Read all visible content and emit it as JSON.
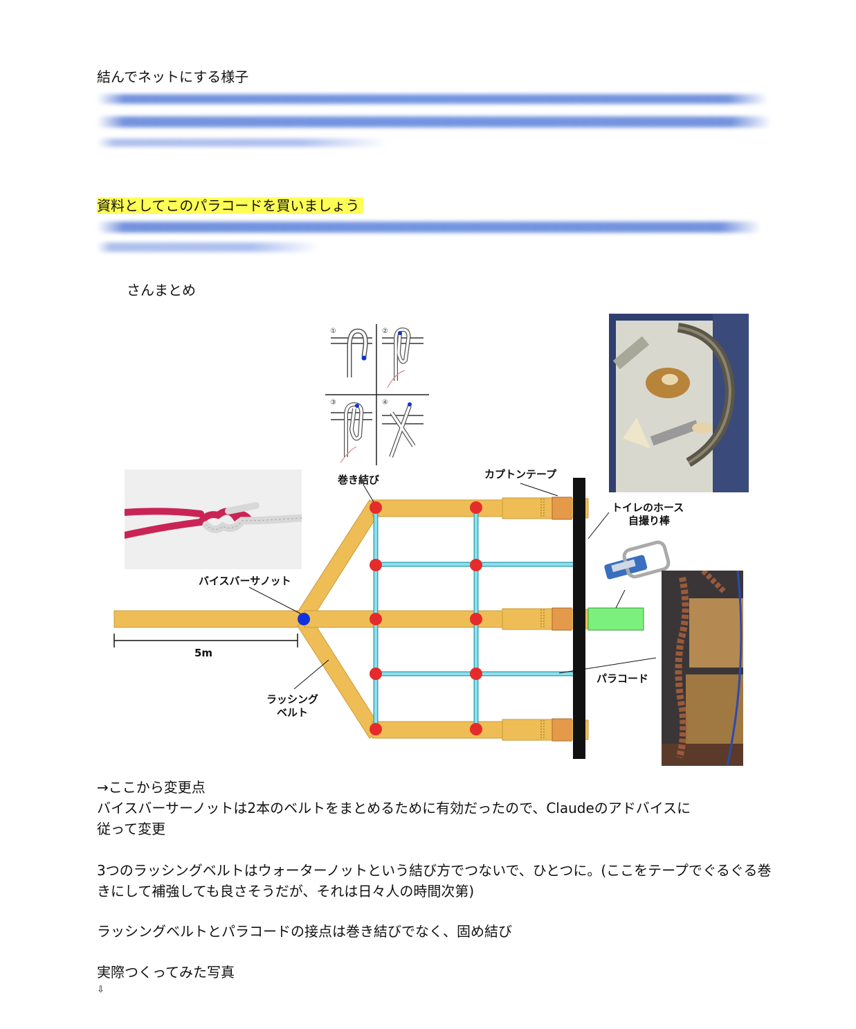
{
  "heading1": "結んでネットにする様子",
  "heading2": "資料としてこのパラコードを買いましょう",
  "summary_label": "さんまとめ",
  "diagram": {
    "labels": {
      "makimusubi": "巻き結び",
      "kapton": "カプトンテープ",
      "hose": "トイレのホース",
      "selfie": "自撮り棒",
      "vice": "バイスバーサノット",
      "length": "5m",
      "lashing1": "ラッシング",
      "lashing2": "ベルト",
      "paracord": "パラコード"
    },
    "knot_steps": [
      "①",
      "②",
      "③",
      "④"
    ],
    "colors": {
      "belt": "#eebd55",
      "cord": "#8fe0ec",
      "knot_red": "#e52b2b",
      "knot_blue": "#1133dd",
      "pole": "#111111",
      "green_box": "#7cf07c",
      "tape": "#e49a4a"
    }
  },
  "body": {
    "line1": "→ここから変更点",
    "line2": "バイスバーサーノットは2本のベルトをまとめるために有効だったので、Claudeのアドバイスに",
    "line3": "従って変更",
    "line4": "3つのラッシングベルトはウォーターノットという結び方でつないで、ひとつに。(ここをテープでぐるぐる巻",
    "line5": "きにして補強しても良さそうだが、それは日々人の時間次第)",
    "line6": "ラッシングベルトとパラコードの接点は巻き結びでなく、固め結び",
    "line7": "実際つくってみた写真",
    "arrow": "⇩"
  }
}
